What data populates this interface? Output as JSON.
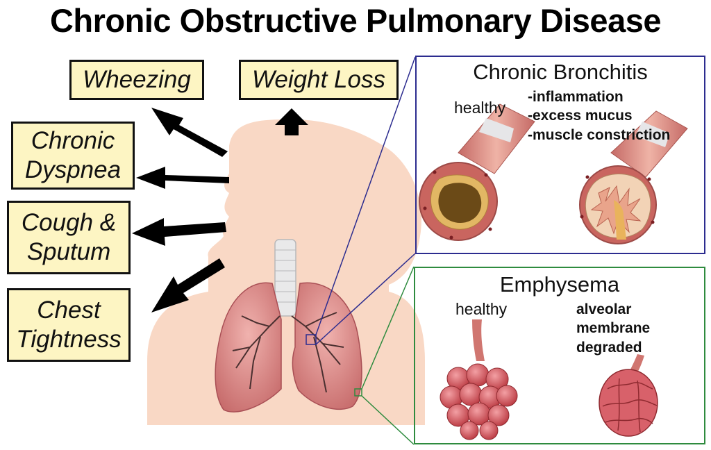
{
  "title": "Chronic Obstructive Pulmonary Disease",
  "symptoms": {
    "wheezing": "Wheezing",
    "weight_loss": "Weight Loss",
    "dyspnea": [
      "Chronic",
      "Dyspnea"
    ],
    "cough": [
      "Cough &",
      "Sputum"
    ],
    "chest": [
      "Chest",
      "Tightness"
    ]
  },
  "bronchitis": {
    "title": "Chronic Bronchitis",
    "healthy_label": "healthy",
    "effects": [
      "-inflammation",
      "-excess mucus",
      "-muscle constriction"
    ]
  },
  "emphysema": {
    "title": "Emphysema",
    "healthy_label": "healthy",
    "effects": [
      "alveolar",
      "membrane",
      "degraded"
    ]
  },
  "colors": {
    "skin": "#f9d8c5",
    "lung": "#d98b8b",
    "callout_box": "#fdf5c3",
    "bronchitis_frame": "#2c2c8f",
    "emphysema_frame": "#2e8b3e"
  }
}
